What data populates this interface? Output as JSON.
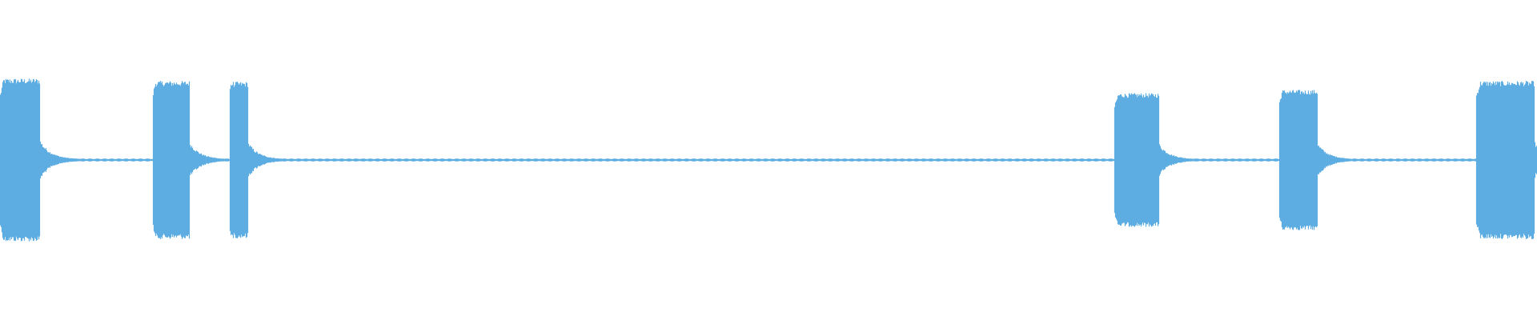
{
  "waveform": {
    "color": "#5dade2",
    "background": "#ffffff",
    "duration_fraction_segments": [
      {
        "start": 0.0,
        "end": 0.026,
        "peak": 1.0,
        "decay_to": 0.035
      },
      {
        "start": 0.099,
        "end": 0.123,
        "peak": 0.97,
        "decay_to": 0.03
      },
      {
        "start": 0.149,
        "end": 0.161,
        "peak": 0.96,
        "decay_to": 0.03
      },
      {
        "start": 0.725,
        "end": 0.754,
        "peak": 0.82,
        "decay_to": 0.03
      },
      {
        "start": 0.832,
        "end": 0.857,
        "peak": 0.86,
        "decay_to": 0.03
      },
      {
        "start": 0.96,
        "end": 0.998,
        "peak": 0.97,
        "decay_to": 0.03
      }
    ],
    "noise_floor": 0.018
  }
}
